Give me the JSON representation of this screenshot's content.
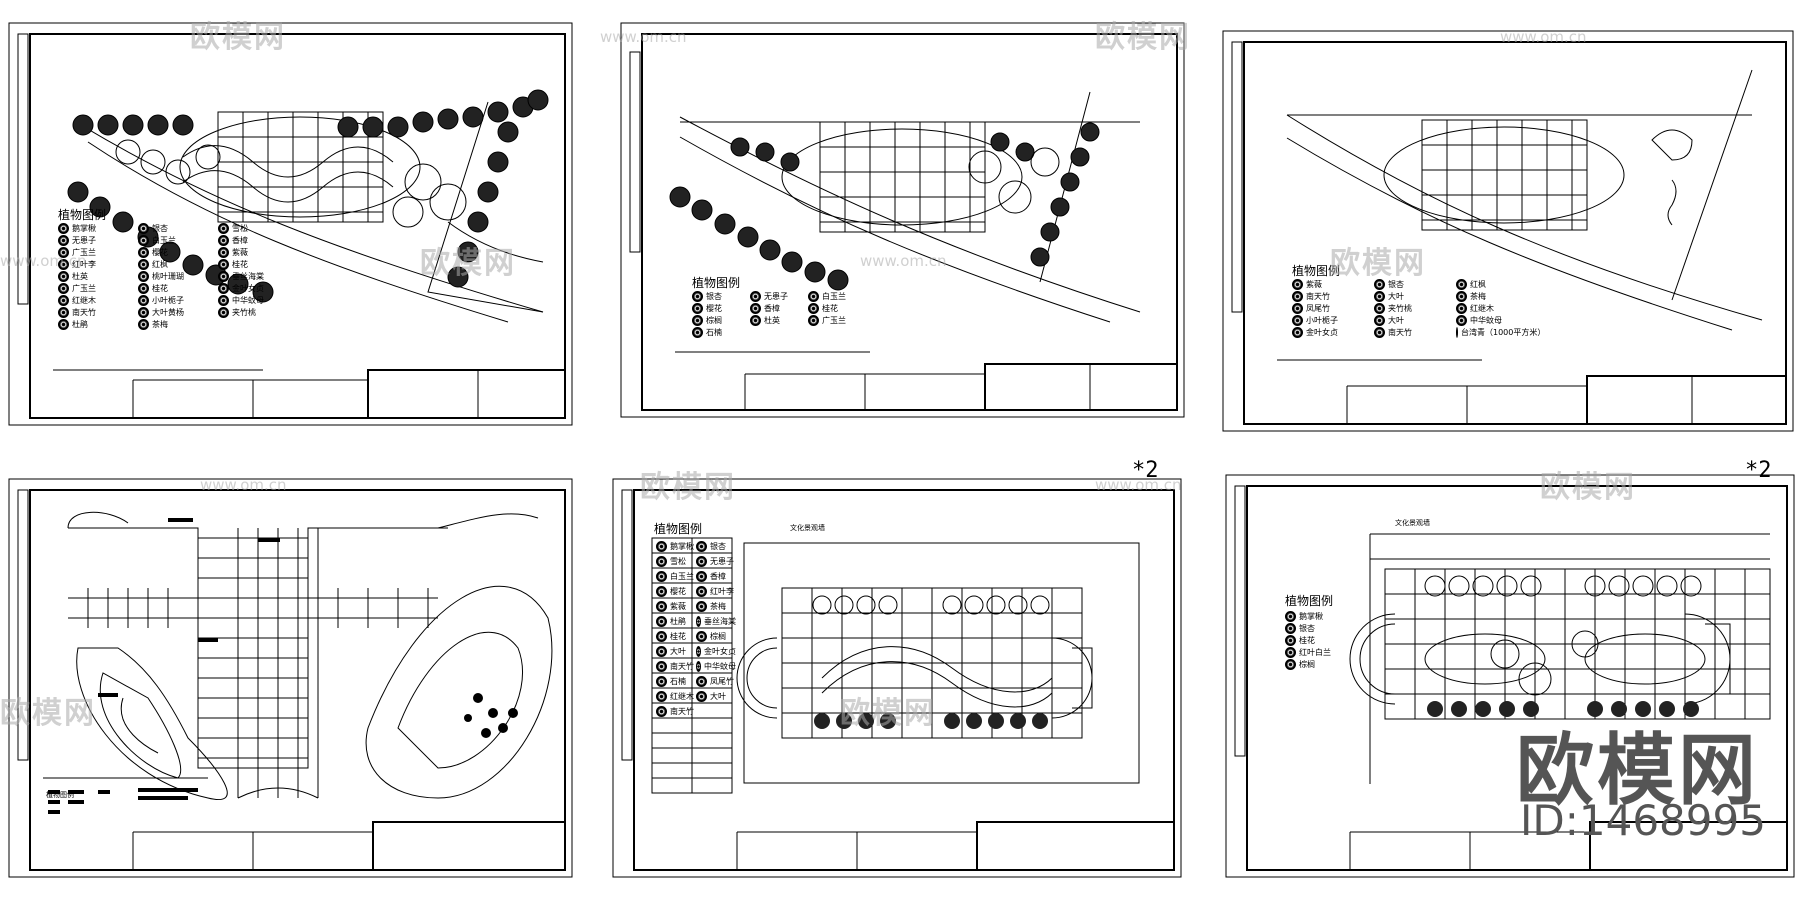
{
  "sheets": [
    {
      "legend_title": "植物图例",
      "legend_items": [
        "鹅掌楸",
        "银杏",
        "雪松",
        "无患子",
        "白玉兰",
        "香樟",
        "广玉兰",
        "樱花",
        "紫薇",
        "红叶李",
        "红枫",
        "桂花",
        "杜英",
        "桃叶珊瑚",
        "垂丝海棠",
        "广玉兰",
        "桂花",
        "金叶女贞",
        "红继木",
        "小叶栀子",
        "中华蚊母",
        "南天竹",
        "大叶黄杨",
        "夹竹桃",
        "杜鹃",
        "茶梅"
      ]
    },
    {
      "legend_title": "植物图例",
      "legend_items": [
        "银杏",
        "无患子",
        "白玉兰",
        "樱花",
        "香樟",
        "桂花",
        "棕榈",
        "杜英",
        "广玉兰",
        "石楠"
      ]
    },
    {
      "legend_title": "植物图例",
      "legend_items": [
        "紫薇",
        "银杏",
        "红枫",
        "南天竹",
        "大叶",
        "茶梅",
        "凤尾竹",
        "夹竹桃",
        "红继木",
        "小叶栀子",
        "大叶",
        "中华蚊母",
        "金叶女贞",
        "南天竹",
        "台湾青（1000平方米）"
      ]
    },
    {
      "legend_title": "植物图例",
      "legend_items": []
    },
    {
      "legend_title": "植物图例",
      "legend_items": [
        "鹅掌楸",
        "银杏",
        "雪松",
        "无患子",
        "白玉兰",
        "香樟",
        "樱花",
        "红叶李",
        "紫薇",
        "茶梅",
        "杜鹃",
        "垂丝海棠",
        "桂花",
        "棕榈",
        "大叶",
        "金叶女贞",
        "南天竹",
        "中华蚊母",
        "石楠",
        "凤尾竹",
        "红继木",
        "大叶",
        "南天竹"
      ],
      "top_label": "文化景观墙",
      "mark": "*2"
    },
    {
      "legend_title": "植物图例",
      "legend_items": [
        "鹅掌楸",
        "银杏",
        "桂花",
        "红叶白兰",
        "棕榈"
      ],
      "top_label": "文化景观墙",
      "mark": "*2"
    }
  ],
  "watermarks": {
    "brand": "欧模网",
    "url": "www.om.cn",
    "id": "ID:1468995"
  }
}
